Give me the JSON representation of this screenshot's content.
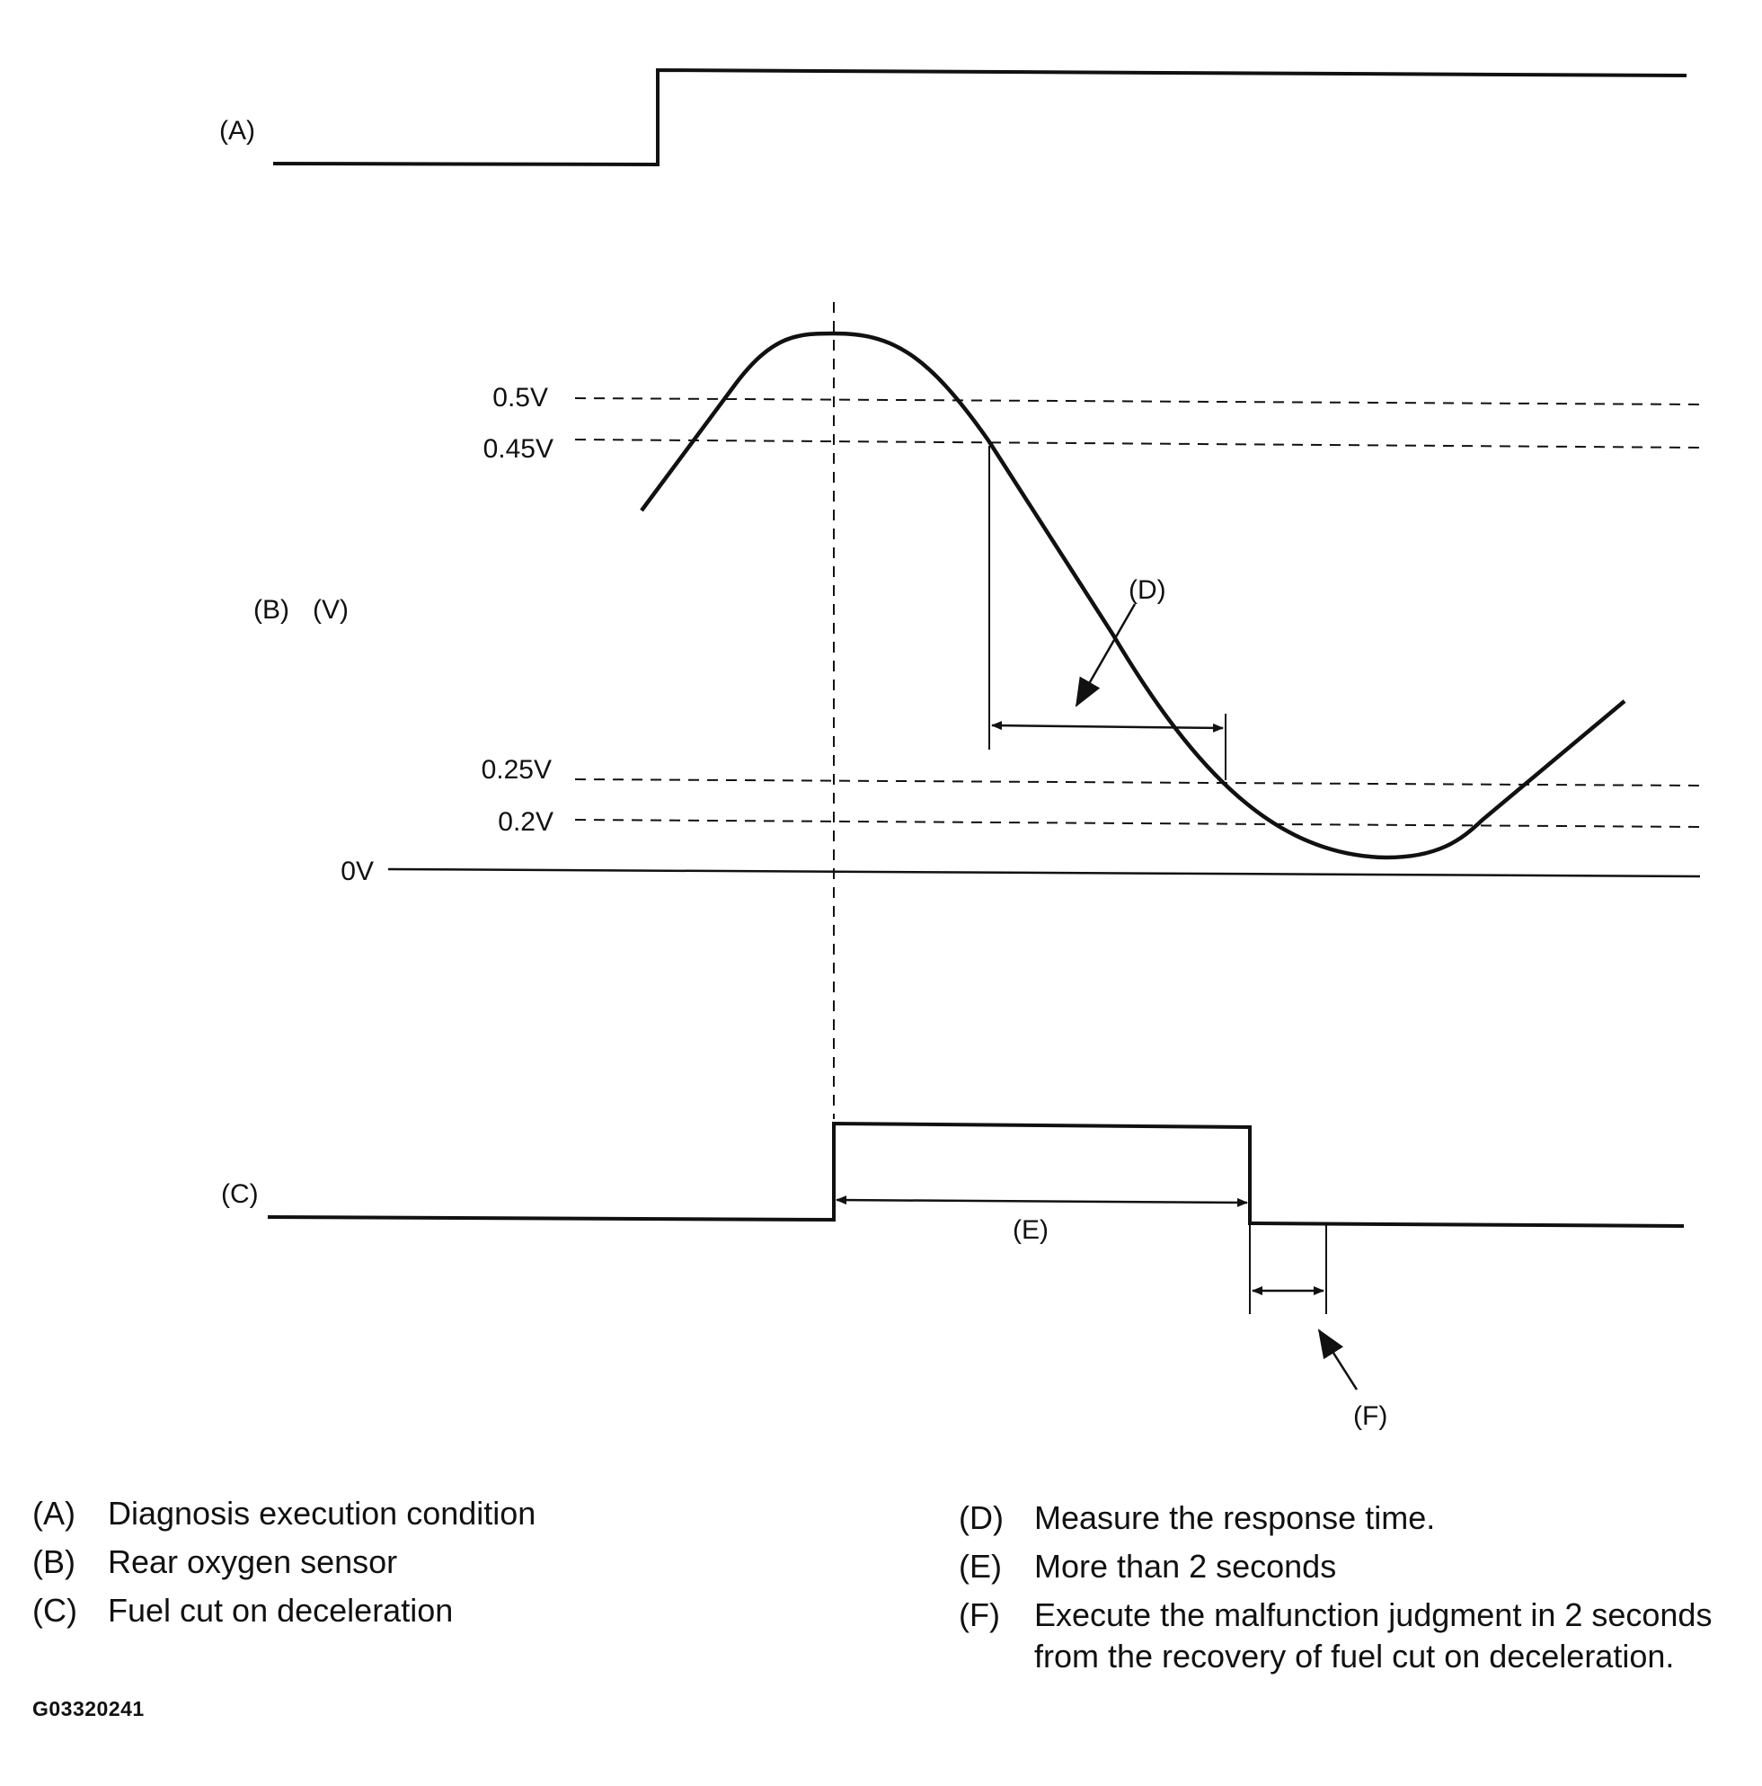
{
  "signals": {
    "a_label": "(A)",
    "b_label": "(B)",
    "b_unit": "(V)",
    "c_label": "(C)"
  },
  "voltage_levels": {
    "v05": "0.5V",
    "v045": "0.45V",
    "v025": "0.25V",
    "v02": "0.2V",
    "v0": "0V"
  },
  "callouts": {
    "d": "(D)",
    "e": "(E)",
    "f": "(F)"
  },
  "legend": {
    "left": [
      {
        "key": "(A)",
        "text": "Diagnosis execution condition"
      },
      {
        "key": "(B)",
        "text": "Rear oxygen sensor"
      },
      {
        "key": "(C)",
        "text": "Fuel cut on deceleration"
      }
    ],
    "right": [
      {
        "key": "(D)",
        "text": "Measure the response time."
      },
      {
        "key": "(E)",
        "text": "More than 2 seconds"
      },
      {
        "key": "(F)",
        "text": "Execute the malfunction judgment in 2 seconds from the recovery of fuel cut on deceleration."
      }
    ]
  },
  "figure_code": "G03320241"
}
